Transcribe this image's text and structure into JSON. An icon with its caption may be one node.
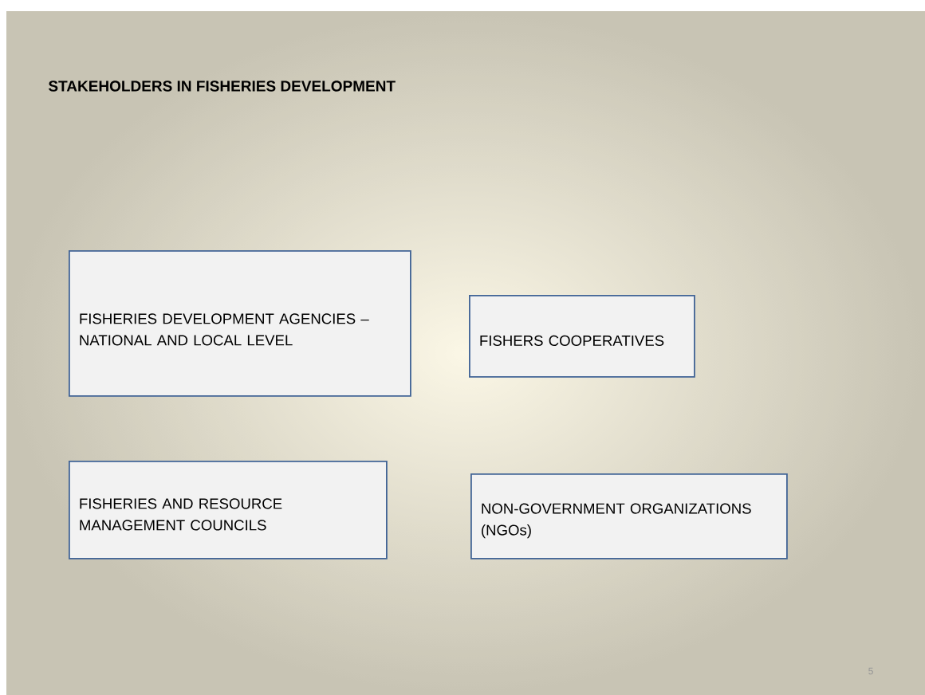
{
  "diagram": {
    "title": "STAKEHOLDERS IN FISHERIES  DEVELOPMENT",
    "nodes": [
      {
        "text": [
          "FISHERIES DEVELOPMENT AGENCIES – NATIONAL AND LOCAL LEVEL"
        ]
      },
      {
        "text": [
          "FISHERS COOPERATIVES"
        ]
      },
      {
        "text": [
          "FISHERIES AND RESOURCE MANAGEMENT COUNCILS"
        ]
      },
      {
        "text": [
          "NON-GOVERNMENT ORGANIZATIONS (NGOs)"
        ]
      }
    ],
    "labels": [
      "5"
    ]
  }
}
